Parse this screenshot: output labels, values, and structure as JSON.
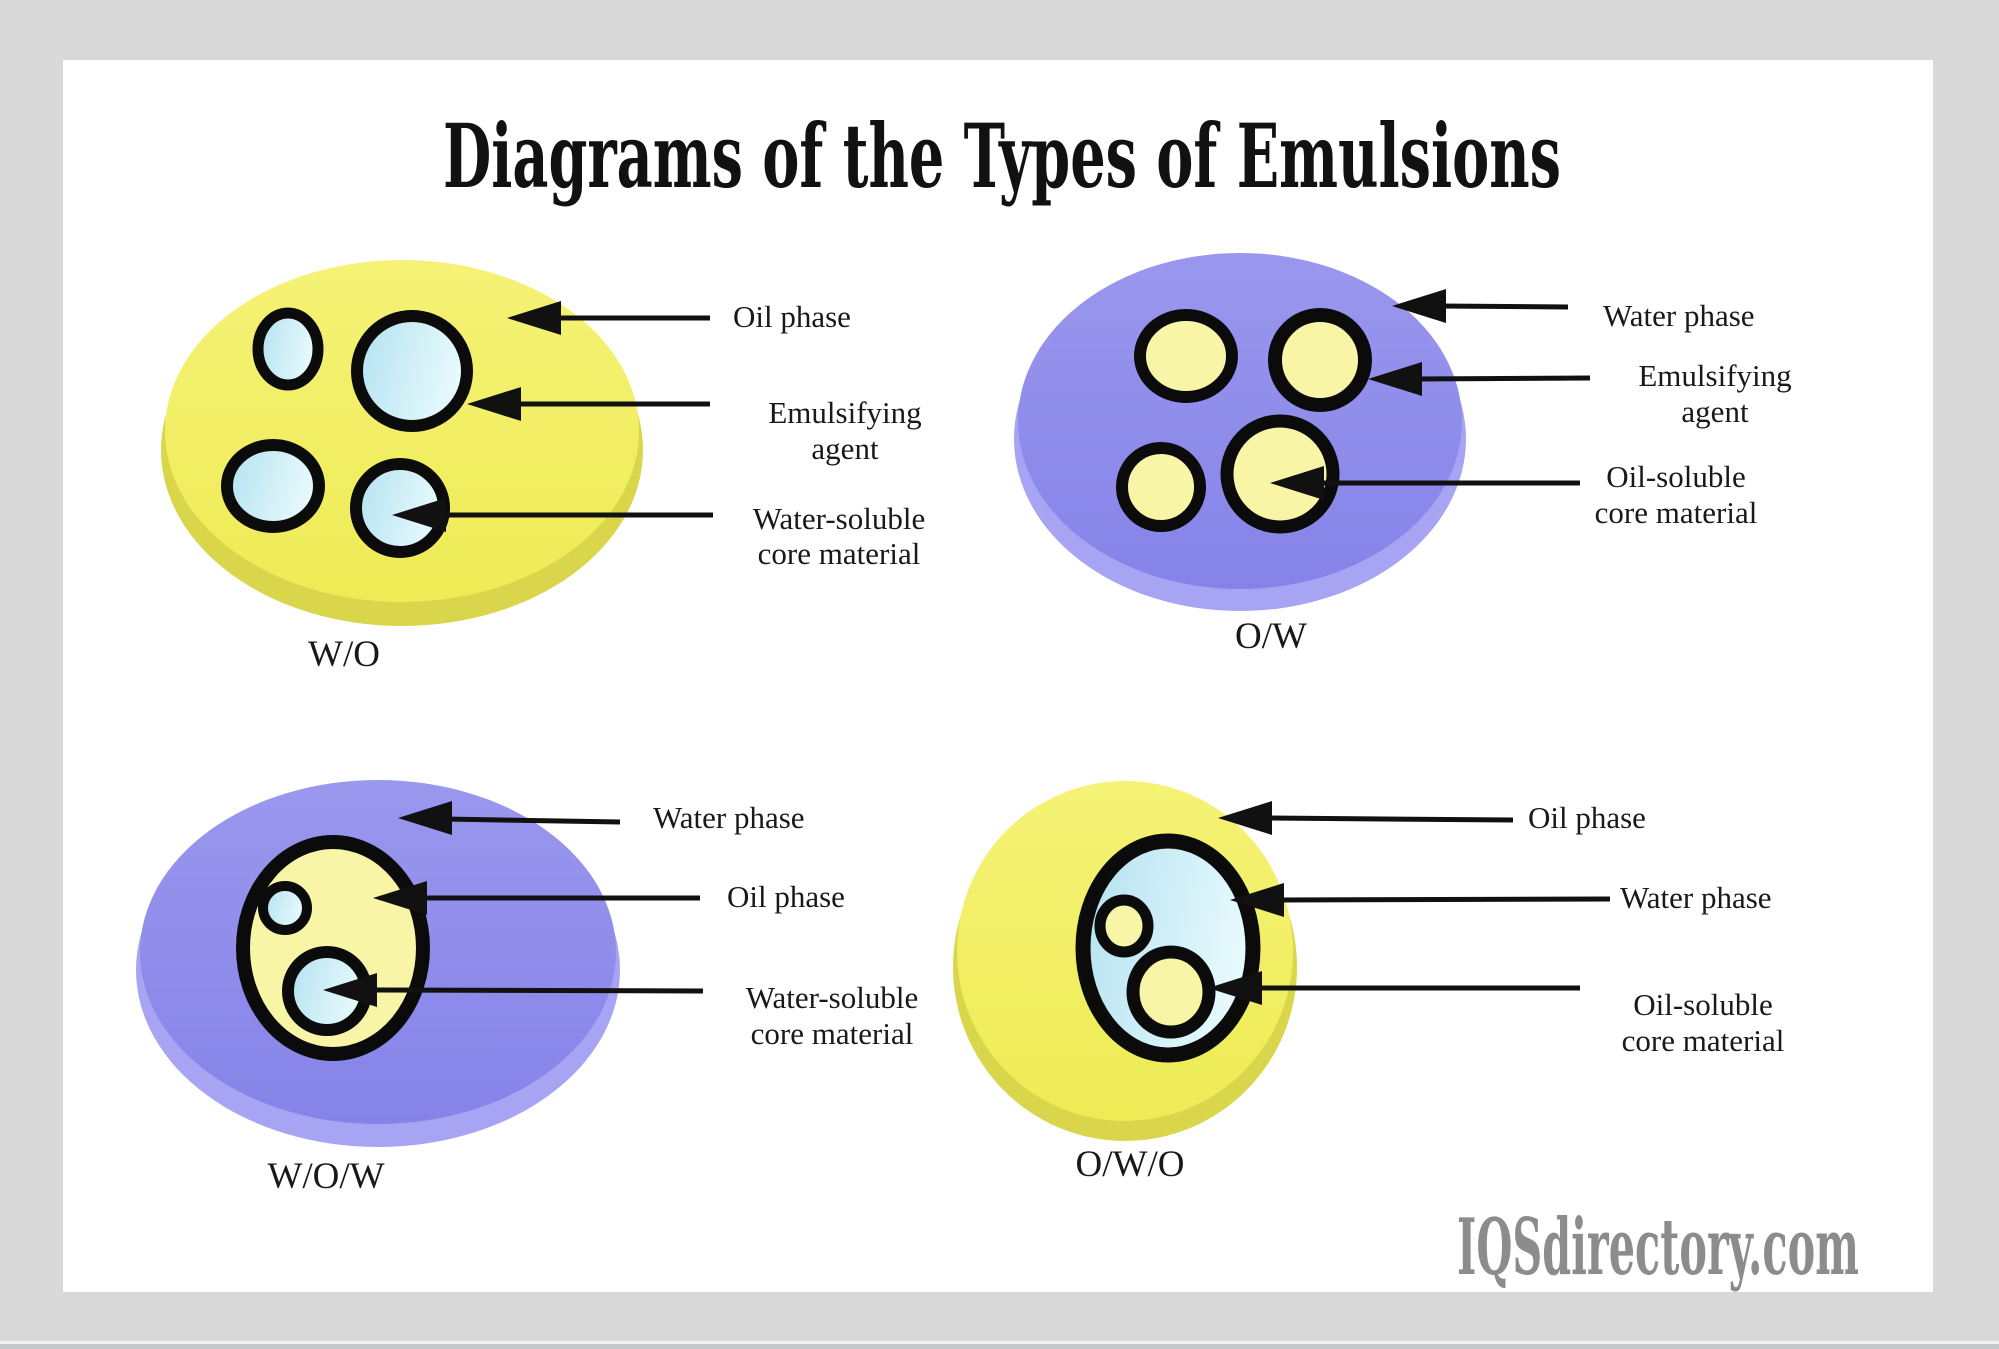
{
  "page": {
    "title": "Diagrams of the Types of Emulsions",
    "watermark": "IQSdirectory.com"
  },
  "diagrams": [
    {
      "id": "wo",
      "label": "W/O",
      "annotations": [
        {
          "lines": [
            "Oil phase"
          ]
        },
        {
          "lines": [
            "Emulsifying",
            "agent"
          ]
        },
        {
          "lines": [
            "Water-soluble",
            "core material"
          ]
        }
      ]
    },
    {
      "id": "ow",
      "label": "O/W",
      "annotations": [
        {
          "lines": [
            "Water phase"
          ]
        },
        {
          "lines": [
            "Emulsifying",
            "agent"
          ]
        },
        {
          "lines": [
            "Oil-soluble",
            "core material"
          ]
        }
      ]
    },
    {
      "id": "wow",
      "label": "W/O/W",
      "annotations": [
        {
          "lines": [
            "Water phase"
          ]
        },
        {
          "lines": [
            "Oil phase"
          ]
        },
        {
          "lines": [
            "Water-soluble",
            "core material"
          ]
        }
      ]
    },
    {
      "id": "owo",
      "label": "O/W/O",
      "annotations": [
        {
          "lines": [
            "Oil phase"
          ]
        },
        {
          "lines": [
            "Water phase"
          ]
        },
        {
          "lines": [
            "Oil-soluble",
            "core material"
          ]
        }
      ]
    }
  ],
  "colors": {
    "page_bg": "#d9d9d9",
    "card_bg": "#ffffff",
    "oil_yellow_top": "#f5f276",
    "oil_yellow_bottom": "#eeeb55",
    "oil_yellow_rim": "#d9d64b",
    "water_purple_top": "#9a97ee",
    "water_purple_bottom": "#8583e8",
    "water_purple_rim": "#a6a4f3",
    "droplet_blue_dark": "#b2e1f0",
    "droplet_blue_light": "#e7fafd",
    "droplet_pale_yellow": "#f8f6a6",
    "outline_black": "#0b0b0b",
    "arrow_black": "#111111",
    "label_text": "#191919",
    "watermark_gray": "#8c8c8c"
  }
}
